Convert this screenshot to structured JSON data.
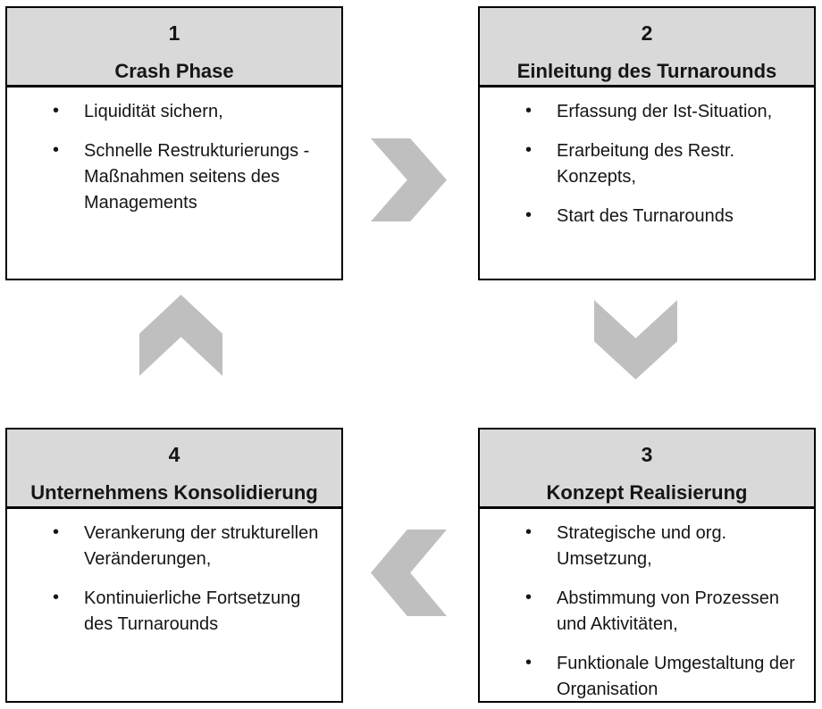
{
  "diagram": {
    "type": "process-cycle",
    "language": "de",
    "subject": "Turnaround-Phasen"
  },
  "colors": {
    "background": "#ffffff",
    "box_header_fill": "#d9d9d9",
    "box_body_fill": "#ffffff",
    "border": "#000000",
    "chevron": "#bfbfbf",
    "text": "#151515"
  },
  "bullet_char": "•",
  "boxes": [
    {
      "number": "1",
      "title": "Crash Phase",
      "bullets": [
        [
          "Liquidität sichern,"
        ],
        [
          "Schnelle Restrukturierungs -",
          "Maßnahmen seitens des",
          "Managements"
        ]
      ]
    },
    {
      "number": "2",
      "title": "Einleitung des Turnarounds",
      "bullets": [
        [
          "Erfassung der Ist-Situation,"
        ],
        [
          "Erarbeitung des Restr.",
          "Konzepts,"
        ],
        [
          "Start des Turnarounds"
        ]
      ]
    },
    {
      "number": "3",
      "title": "Konzept Realisierung",
      "bullets": [
        [
          "Strategische und org.",
          "Umsetzung,"
        ],
        [
          "Abstimmung von Prozessen",
          "und Aktivitäten,"
        ],
        [
          "Funktionale Umgestaltung der",
          "Organisation"
        ]
      ]
    },
    {
      "number": "4",
      "title": "Unternehmens Konsolidierung",
      "bullets": [
        [
          "Verankerung der strukturellen",
          "Veränderungen,"
        ],
        [
          "Kontinuierliche Fortsetzung",
          "des Turnarounds"
        ]
      ]
    }
  ],
  "arrows": [
    {
      "direction": "right",
      "from": "1",
      "to": "2"
    },
    {
      "direction": "down",
      "from": "2",
      "to": "3"
    },
    {
      "direction": "left",
      "from": "3",
      "to": "4"
    },
    {
      "direction": "up",
      "from": "4",
      "to": "1"
    }
  ]
}
